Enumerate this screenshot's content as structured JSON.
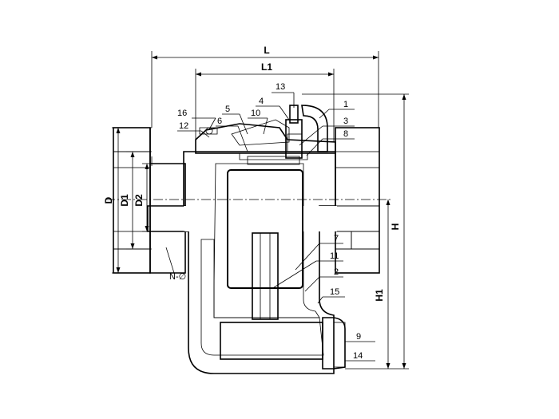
{
  "diagram": {
    "dimensions": {
      "L": "L",
      "L1": "L1",
      "D": "D",
      "D1": "D1",
      "D2": "D2",
      "H": "H",
      "H1": "H1",
      "N": "N-∅"
    },
    "parts": {
      "p1": "1",
      "p2": "2",
      "p3": "3",
      "p4": "4",
      "p5": "5",
      "p6": "6",
      "p7": "7",
      "p8": "8",
      "p9": "9",
      "p10": "10",
      "p11": "11",
      "p12": "12",
      "p13": "13",
      "p14": "14",
      "p15": "15",
      "p16": "16"
    },
    "colors": {
      "line": "#000000",
      "hatch": "#000000",
      "background": "#ffffff"
    }
  }
}
